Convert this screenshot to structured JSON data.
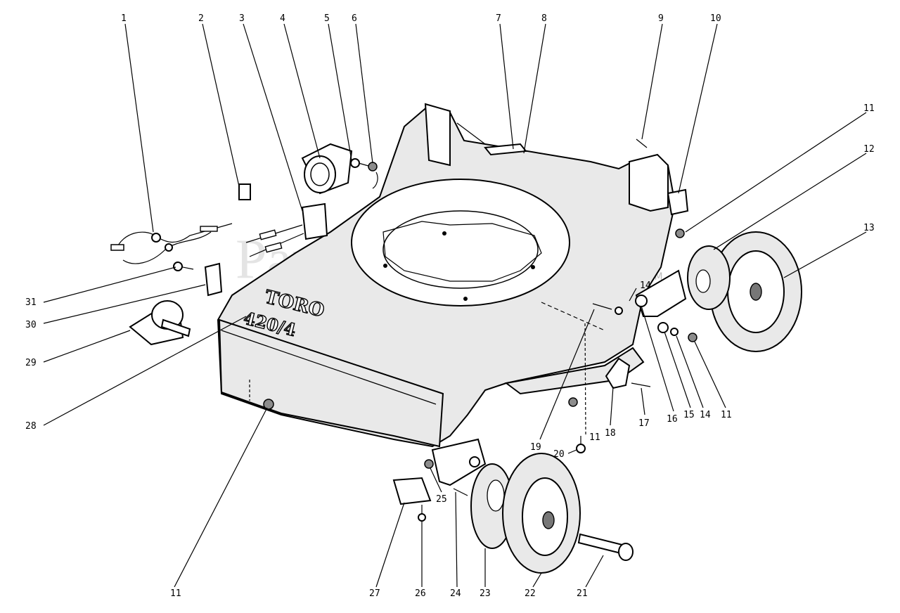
{
  "diagram": {
    "brand_name": "TORO",
    "model_number": "420/4",
    "watermark": "PartsTree",
    "watermark_tm": "TM",
    "callouts": {
      "c1": "1",
      "c2": "2",
      "c3": "3",
      "c4": "4",
      "c5": "5",
      "c6": "6",
      "c7": "7",
      "c8": "8",
      "c9": "9",
      "c10": "10",
      "c11a": "11",
      "c12": "12",
      "c13": "13",
      "c14a": "14",
      "c14b": "14",
      "c11b": "11",
      "c15": "15",
      "c16": "16",
      "c17": "17",
      "c18": "18",
      "c19": "19",
      "c11c": "11",
      "c20": "20",
      "c21": "21",
      "c22": "22",
      "c23": "23",
      "c24": "24",
      "c25": "25",
      "c26": "26",
      "c27": "27",
      "c11d": "11",
      "c28": "28",
      "c29": "29",
      "c30": "30",
      "c31": "31"
    }
  }
}
